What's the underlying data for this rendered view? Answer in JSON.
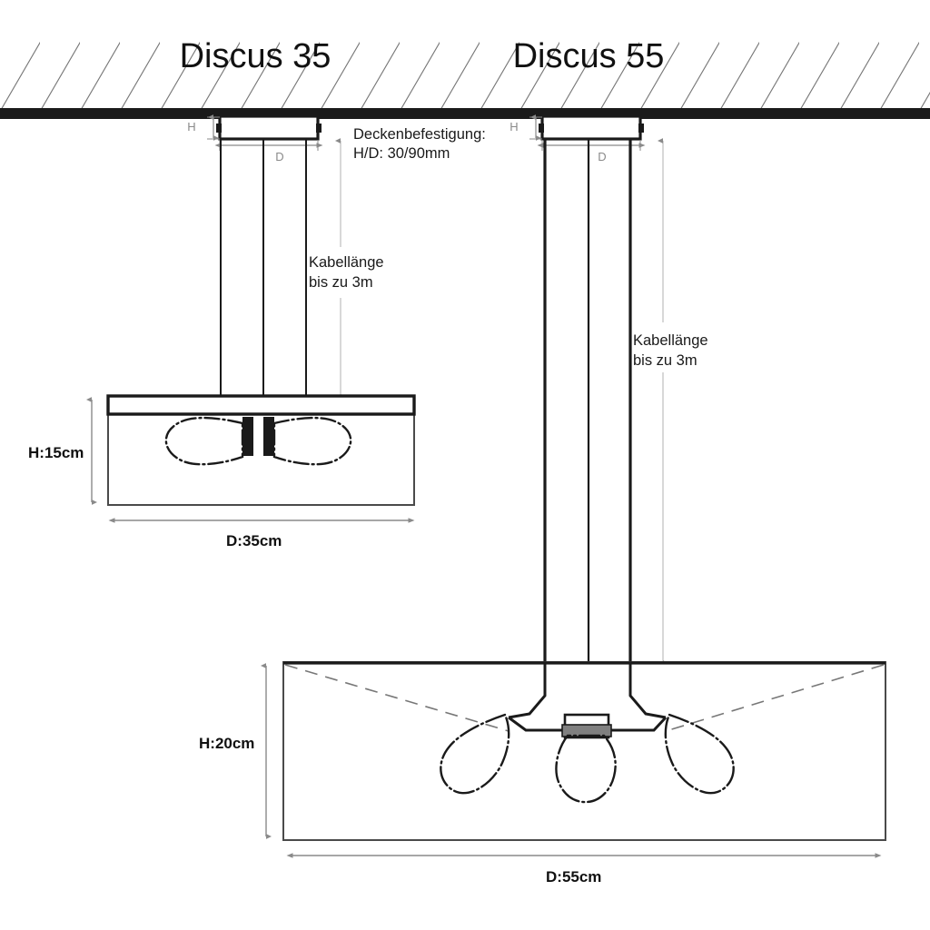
{
  "page": {
    "title_left": "Discus 35",
    "title_right": "Discus 55",
    "background_color": "#ffffff",
    "line_color": "#1a1a1a",
    "dim_color": "#8a8a8a",
    "socket_fill_color": "#808080",
    "ceiling_color": "#1a1a1a"
  },
  "ceiling": {
    "label": "ceiling-slab",
    "hatch_angle_deg": 60,
    "hatch_color": "#777777"
  },
  "annotations": {
    "canopy_note_line1": "Deckenbefestigung:",
    "canopy_note_line2": "H/D: 30/90mm",
    "cable_note_line1": "Kabellänge",
    "cable_note_line2": "bis zu 3m",
    "canopy_h_label": "H",
    "canopy_d_label": "D"
  },
  "models": [
    {
      "id": "discus-35",
      "name": "Discus 35",
      "height_label": "H:15cm",
      "diameter_label": "D:35cm",
      "height_cm": 15,
      "diameter_cm": 35,
      "bulb_count": 2,
      "cable_note_line1": "Kabellänge",
      "cable_note_line2": "bis zu 3m",
      "canopy_h_label": "H",
      "canopy_d_label": "D"
    },
    {
      "id": "discus-55",
      "name": "Discus 55",
      "height_label": "H:20cm",
      "diameter_label": "D:55cm",
      "height_cm": 20,
      "diameter_cm": 55,
      "bulb_count": 3,
      "cable_note_line1": "Kabellänge",
      "cable_note_line2": "bis zu 3m",
      "canopy_h_label": "H",
      "canopy_d_label": "D"
    }
  ],
  "spec": {
    "canopy_height_mm": 30,
    "canopy_diameter_mm": 90,
    "max_cable_length_m": 3
  }
}
